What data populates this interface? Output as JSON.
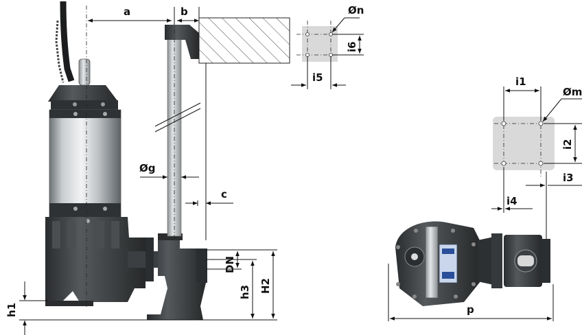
{
  "labels": {
    "a": "a",
    "b": "b",
    "c": "c",
    "dn": "DN",
    "g": "Øg",
    "h1": "h1",
    "h2": "H2",
    "h3": "h3",
    "n": "Øn",
    "i5": "i5",
    "i6": "i6",
    "i1": "i1",
    "i2": "i2",
    "i3": "i3",
    "i4": "i4",
    "m": "Øm",
    "p": "p"
  },
  "colors": {
    "pump_body": "#3a3d40",
    "pump_steel": "#b8bcbf",
    "pipe": "#bfc3c5",
    "pattern_fill": "#d9d9d9",
    "line": "#111111"
  }
}
